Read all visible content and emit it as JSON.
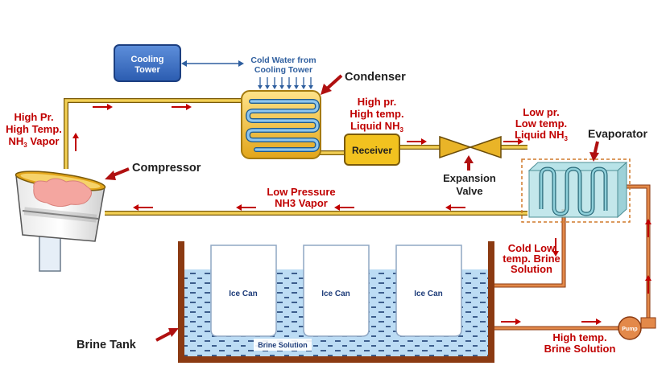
{
  "components": {
    "cooling_tower": "Cooling\nTower",
    "cold_water": "Cold Water from\nCooling Tower",
    "condenser": "Condenser",
    "receiver": "Receiver",
    "expansion_valve": "Expansion\nValve",
    "evaporator": "Evaporator",
    "compressor": "Compressor",
    "brine_tank": "Brine Tank",
    "pump": "Pump"
  },
  "flow_labels": {
    "compressor_out": "High Pr.\nHigh Temp.\nNH3 Vapor",
    "condenser_out": "High pr.\nHigh temp.\nLiquid NH3",
    "valve_out": "Low pr.\nLow temp.\nLiquid NH3",
    "suction": "Low Pressure\nNH3 Vapor",
    "cold_brine": "Cold Low\ntemp. Brine\nSolution",
    "hot_brine": "High temp.\nBrine Solution"
  },
  "tank": {
    "cans": [
      "Ice Can",
      "Ice Can",
      "Ice Can"
    ],
    "brine": "Brine Solution"
  },
  "colors": {
    "refrigerant_pipe": "#d4b02a",
    "brine_pipe": "#d9772e",
    "tank_wall": "#8b3a12",
    "brine_water": "#b8d8f2",
    "label_red": "#c00000",
    "cooling_tower_fill": "#3b6fc4",
    "receiver_fill": "#f2c21f"
  }
}
